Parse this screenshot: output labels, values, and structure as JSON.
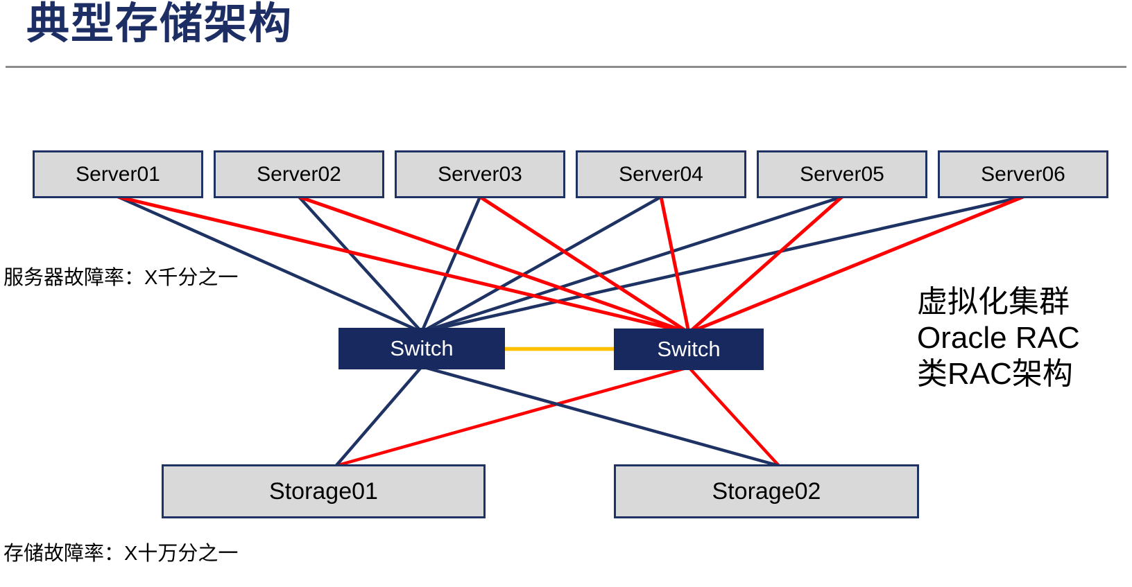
{
  "slide": {
    "title": "典型存储架构",
    "labels": {
      "server_fault_rate": "服务器故障率：X千分之一",
      "storage_fault_rate": "存储故障率：X十万分之一",
      "cluster_note_lines": [
        "虚拟化集群",
        "Oracle RAC",
        "类RAC架构"
      ]
    },
    "nodes": {
      "servers": [
        {
          "id": "server-1",
          "label": "Server01"
        },
        {
          "id": "server-2",
          "label": "Server02"
        },
        {
          "id": "server-3",
          "label": "Server03"
        },
        {
          "id": "server-4",
          "label": "Server04"
        },
        {
          "id": "server-5",
          "label": "Server05"
        },
        {
          "id": "server-6",
          "label": "Server06"
        }
      ],
      "switches": [
        {
          "id": "switch-1",
          "label": "Switch"
        },
        {
          "id": "switch-2",
          "label": "Switch"
        }
      ],
      "storages": [
        {
          "id": "storage-1",
          "label": "Storage01"
        },
        {
          "id": "storage-2",
          "label": "Storage02"
        }
      ]
    },
    "colors": {
      "navy": "#1E3264",
      "red": "#FF0000",
      "switch_link_orange": "#FFC000",
      "node_fill_gray": "#D9D9D9",
      "switch_fill_navy": "#17295E",
      "title_navy": "#1C2E63",
      "divider_gray": "#8C8C8C"
    },
    "connections": {
      "server_to_switch": [
        {
          "from": "server-1",
          "to": "switch-1",
          "color": "navy"
        },
        {
          "from": "server-2",
          "to": "switch-1",
          "color": "navy"
        },
        {
          "from": "server-3",
          "to": "switch-1",
          "color": "navy"
        },
        {
          "from": "server-4",
          "to": "switch-1",
          "color": "navy"
        },
        {
          "from": "server-5",
          "to": "switch-1",
          "color": "navy"
        },
        {
          "from": "server-6",
          "to": "switch-1",
          "color": "navy"
        },
        {
          "from": "server-1",
          "to": "switch-2",
          "color": "red"
        },
        {
          "from": "server-2",
          "to": "switch-2",
          "color": "red"
        },
        {
          "from": "server-3",
          "to": "switch-2",
          "color": "red"
        },
        {
          "from": "server-4",
          "to": "switch-2",
          "color": "red"
        },
        {
          "from": "server-5",
          "to": "switch-2",
          "color": "red"
        },
        {
          "from": "server-6",
          "to": "switch-2",
          "color": "red"
        }
      ],
      "inter_switch": [
        {
          "from": "switch-1",
          "to": "switch-2",
          "color": "orange"
        }
      ],
      "switch_to_storage": [
        {
          "from": "switch-2",
          "to": "storage-1",
          "color": "red"
        },
        {
          "from": "switch-2",
          "to": "storage-2",
          "color": "red"
        },
        {
          "from": "switch-1",
          "to": "storage-1",
          "color": "navy"
        },
        {
          "from": "switch-1",
          "to": "storage-2",
          "color": "navy"
        }
      ]
    }
  }
}
